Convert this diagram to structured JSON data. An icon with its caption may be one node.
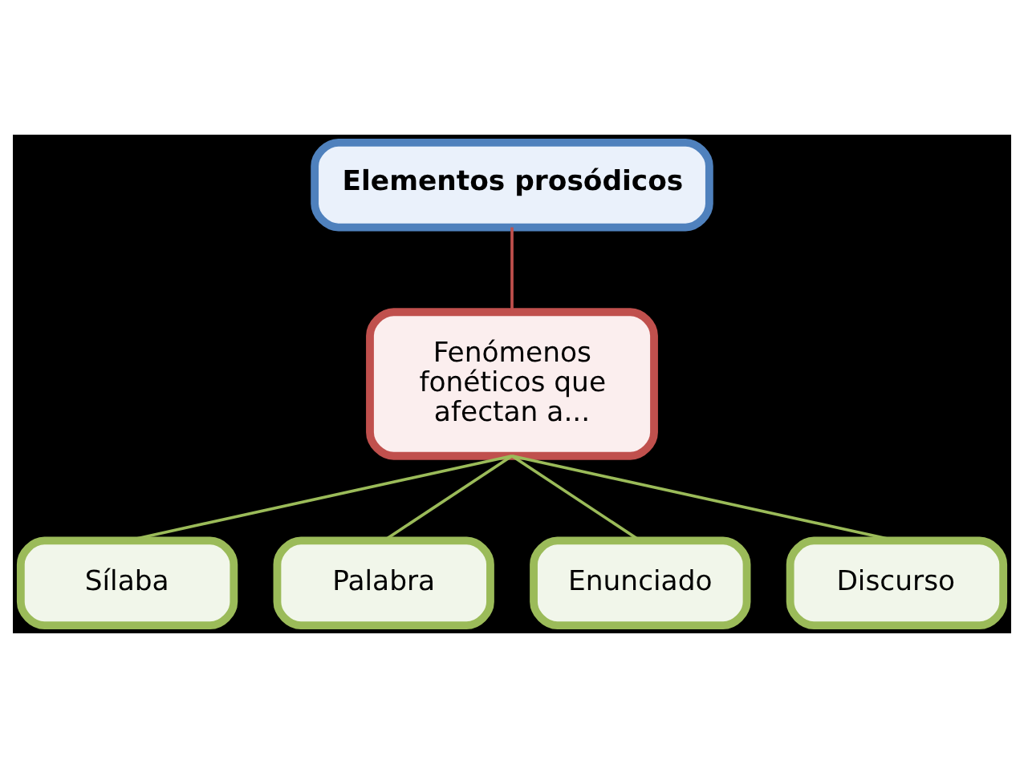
{
  "diagram": {
    "nodes": [
      {
        "text": [
          "Elementos prosódicos"
        ]
      },
      {
        "text": [
          "Fenómenos fonéticos que afectan a..."
        ]
      },
      {
        "text": [
          "Sílaba"
        ]
      },
      {
        "text": [
          "Palabra"
        ]
      },
      {
        "text": [
          "Enunciado"
        ]
      },
      {
        "text": [
          "Discurso"
        ]
      }
    ],
    "edges": [
      {
        "from": 0,
        "to": 1,
        "arrow": "none",
        "color": "#c0504d"
      },
      {
        "from": 1,
        "to": 2,
        "arrow": "none"
      },
      {
        "from": 1,
        "to": 3,
        "arrow": "none"
      },
      {
        "from": 1,
        "to": 4,
        "arrow": "none"
      },
      {
        "from": 1,
        "to": 5,
        "arrow": "none"
      }
    ]
  }
}
